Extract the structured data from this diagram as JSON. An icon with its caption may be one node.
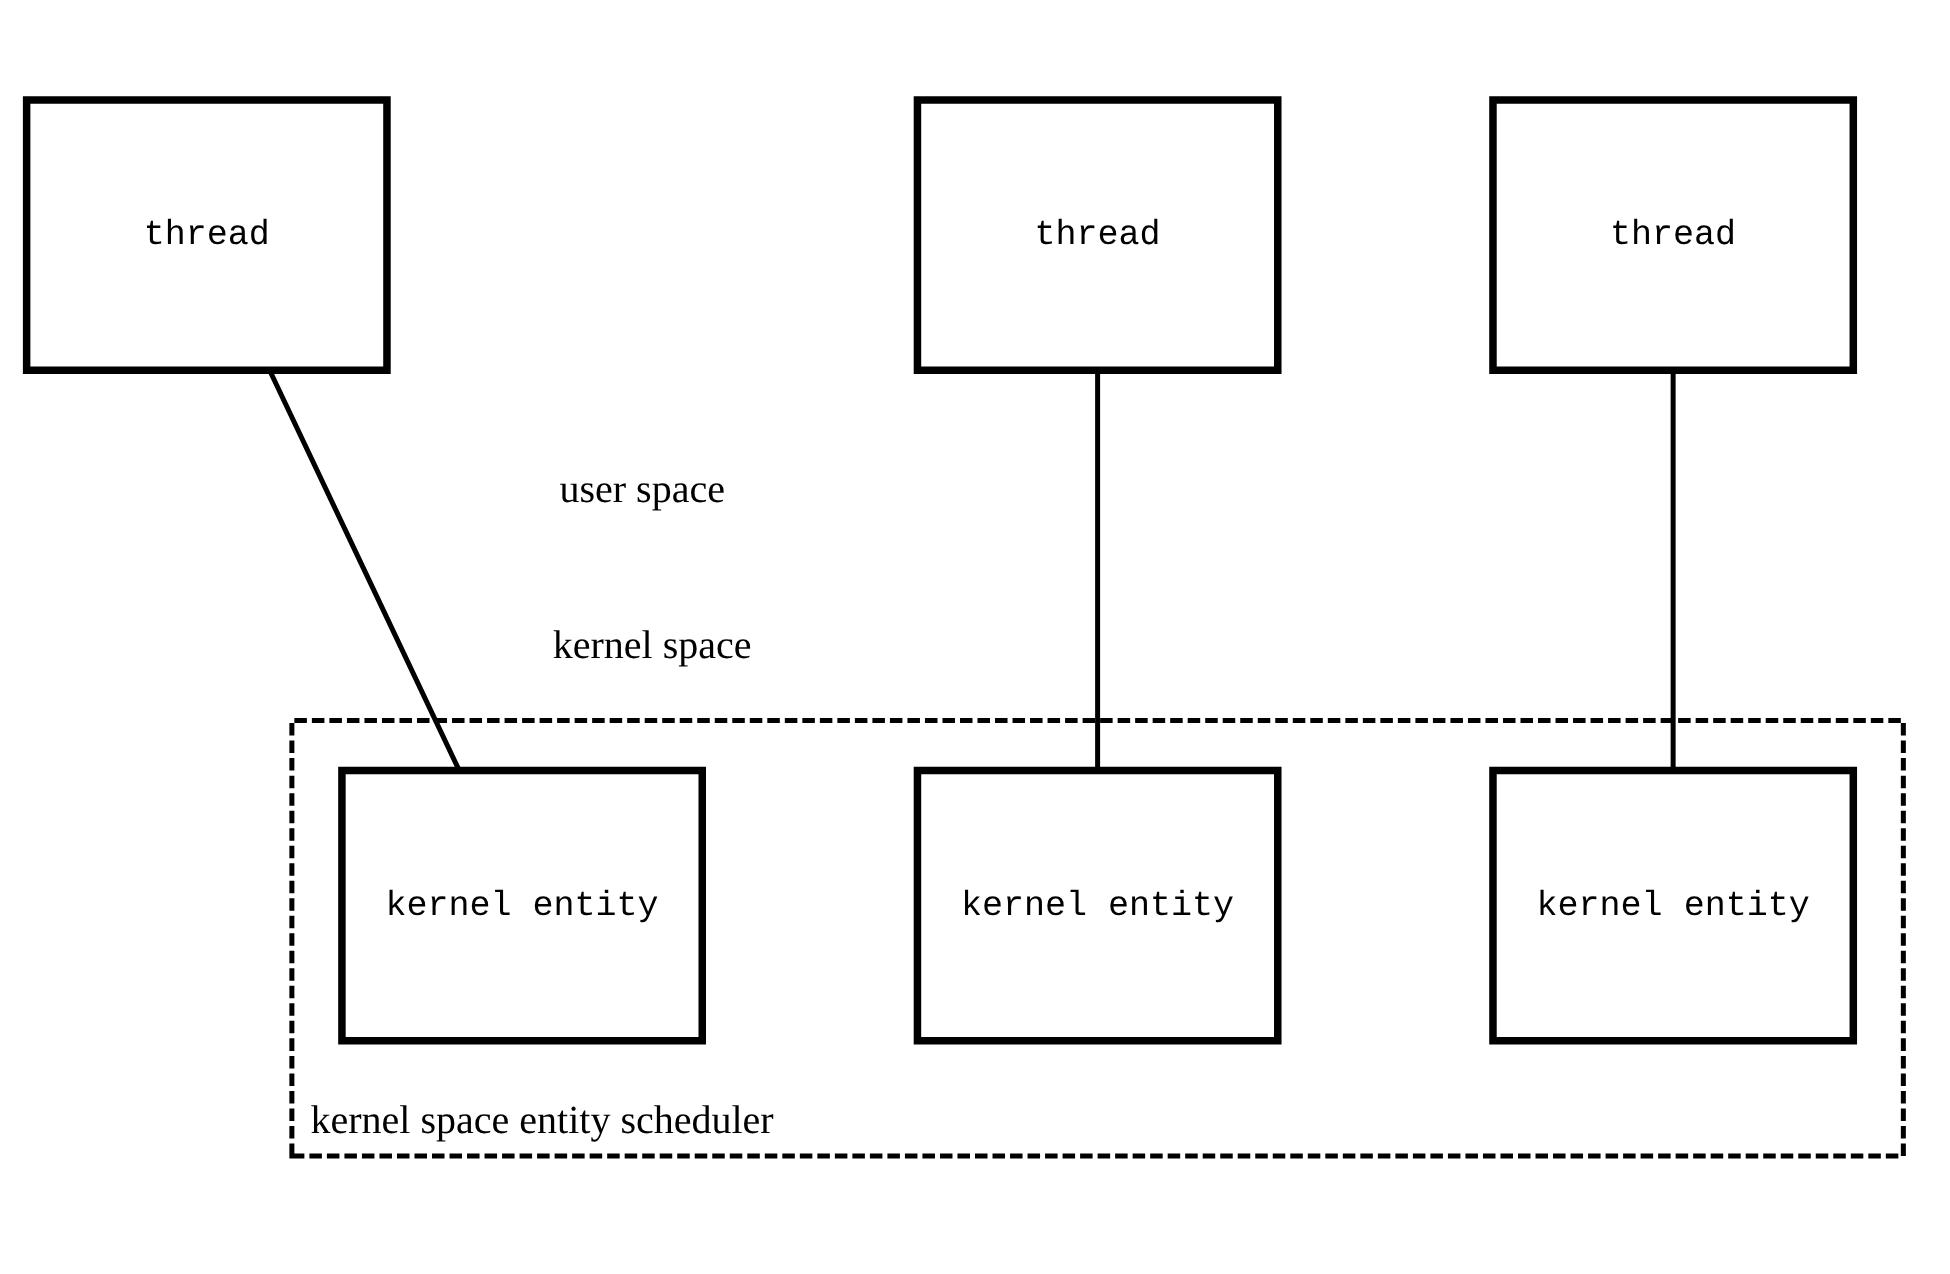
{
  "diagram": {
    "nodes": [
      {
        "text": [
          "thread"
        ]
      },
      {
        "text": [
          "thread"
        ]
      },
      {
        "text": [
          "thread"
        ]
      },
      {
        "text": [
          "kernel space entity scheduler"
        ]
      },
      {
        "text": [
          "kernel entity"
        ],
        "in": 3
      },
      {
        "text": [
          "kernel entity"
        ],
        "in": 3
      },
      {
        "text": [
          "kernel entity"
        ],
        "in": 3
      }
    ],
    "edges": [
      {
        "from": 0,
        "to": 4,
        "arrow": "none"
      },
      {
        "from": 1,
        "to": 5,
        "arrow": "none"
      },
      {
        "from": 2,
        "to": 6,
        "arrow": "none"
      }
    ],
    "labels": [
      "user space",
      "kernel space"
    ]
  }
}
